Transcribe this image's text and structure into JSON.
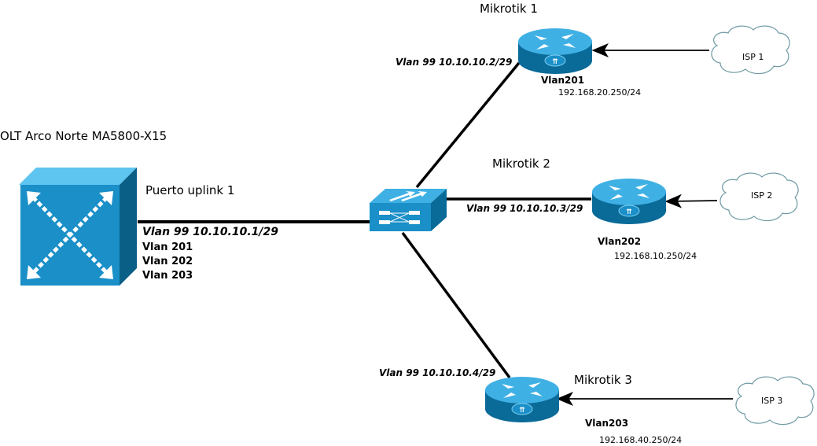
{
  "olt": {
    "title": "OLT Arco Norte MA5800-X15",
    "port_label": "Puerto uplink 1",
    "uplink_vlan": "Vlan 99 10.10.10.1/29",
    "vlans": [
      "Vlan 201",
      "Vlan 202",
      "Vlan 203"
    ]
  },
  "switch": {
    "icon": "layer2-switch-icon"
  },
  "routers": [
    {
      "name": "Mikrotik 1",
      "link_label": "Vlan 99 10.10.10.2/29",
      "vlan": "Vlan201",
      "ip": "192.168.20.250/24",
      "isp": "ISP 1"
    },
    {
      "name": "Mikrotik 2",
      "link_label": "Vlan 99 10.10.10.3/29",
      "vlan": "Vlan202",
      "ip": "192.168.10.250/24",
      "isp": "ISP 2"
    },
    {
      "name": "Mikrotik 3",
      "link_label": "Vlan 99 10.10.10.4/29",
      "vlan": "Vlan203",
      "ip": "192.168.40.250/24",
      "isp": "ISP 3"
    }
  ],
  "colors": {
    "device_light": "#3fb0e4",
    "device_mid": "#1a8fc8",
    "device_dark": "#0a6a98",
    "cloud_stroke": "#6f9aa3"
  }
}
